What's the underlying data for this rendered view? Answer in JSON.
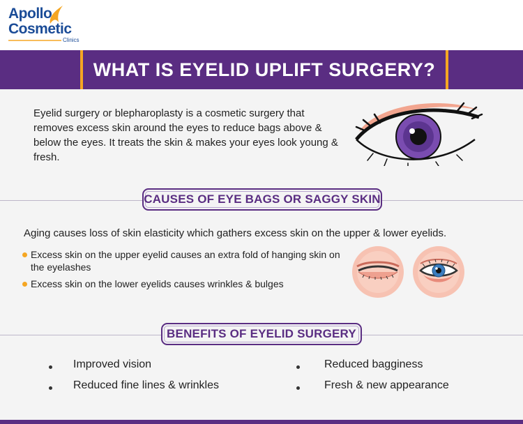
{
  "brand": {
    "line1": "Apollo",
    "line2": "Cosmetic",
    "sub": "Clinics",
    "primary_color": "#1b4c97",
    "accent_color": "#f5a623"
  },
  "title": "WHAT IS EYELID UPLIFT SURGERY?",
  "intro": "Eyelid surgery or blepharoplasty is a cosmetic surgery that removes excess skin around the eyes to reduce bags above & below the eyes. It treats the skin & makes your eyes look young & fresh.",
  "causes": {
    "heading": "CAUSES OF EYE BAGS OR SAGGY SKIN",
    "lead": "Aging causes loss of skin elasticity which gathers excess skin on the upper & lower eyelids.",
    "bullets": [
      "Excess skin on the upper eyelid causes an extra fold of hanging skin on the eyelashes",
      "Excess skin on the lower eyelids causes wrinkles & bulges"
    ]
  },
  "benefits": {
    "heading": "BENEFITS OF EYELID SURGERY",
    "items": [
      "Improved vision",
      "Reduced fine lines & wrinkles",
      "Reduced bagginess",
      "Fresh & new appearance"
    ]
  },
  "colors": {
    "purple": "#5a2d82",
    "orange": "#f5a623",
    "skin": "#f7b9a6",
    "iris_purple": "#6a3fa0",
    "iris_blue": "#3b7dbf"
  }
}
